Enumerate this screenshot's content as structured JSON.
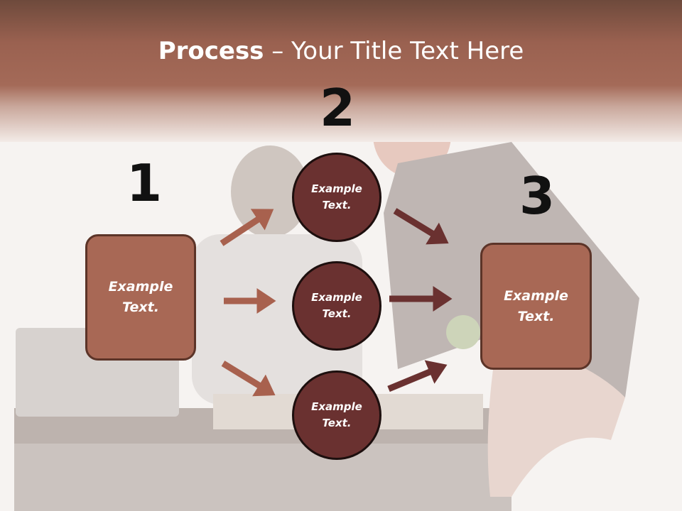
{
  "title": {
    "bold": "Process",
    "rest": " – Your Title Text Here"
  },
  "steps": [
    {
      "number": "1",
      "box_text_line1": "Example",
      "box_text_line2": "Text."
    },
    {
      "number": "2"
    },
    {
      "number": "3",
      "box_text_line1": "Example",
      "box_text_line2": "Text."
    }
  ],
  "circles": [
    {
      "line1": "Example",
      "line2": "Text."
    },
    {
      "line1": "Example",
      "line2": "Text."
    },
    {
      "line1": "Example",
      "line2": "Text."
    }
  ],
  "colors": {
    "header": "#a46a58",
    "box_fill": "#a86855",
    "circle_fill": "#6a3130",
    "arrow_light": "#a8614e",
    "arrow_dark": "#6a3130"
  }
}
